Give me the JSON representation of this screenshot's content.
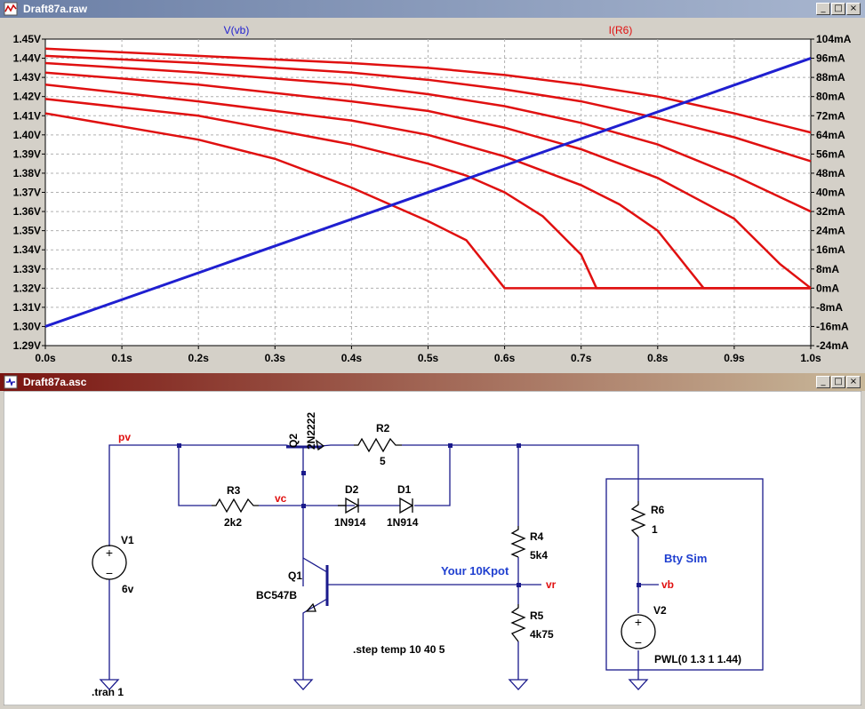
{
  "waveform_window": {
    "title": "Draft87a.raw",
    "buttons": {
      "minimize": "_",
      "maximize": "□",
      "close": "×"
    }
  },
  "schematic_window": {
    "title": "Draft87a.asc",
    "buttons": {
      "minimize": "_",
      "maximize": "□",
      "close": "×"
    }
  },
  "chart_data": {
    "type": "line",
    "trace_labels": [
      "V(vb)",
      "I(R6)"
    ],
    "x_ticks": [
      "0.0s",
      "0.1s",
      "0.2s",
      "0.3s",
      "0.4s",
      "0.5s",
      "0.6s",
      "0.7s",
      "0.8s",
      "0.9s",
      "1.0s"
    ],
    "left_ticks": [
      "1.45V",
      "1.44V",
      "1.43V",
      "1.42V",
      "1.41V",
      "1.40V",
      "1.39V",
      "1.38V",
      "1.37V",
      "1.36V",
      "1.35V",
      "1.34V",
      "1.33V",
      "1.32V",
      "1.31V",
      "1.30V",
      "1.29V"
    ],
    "right_ticks": [
      "104mA",
      "96mA",
      "88mA",
      "80mA",
      "72mA",
      "64mA",
      "56mA",
      "48mA",
      "40mA",
      "32mA",
      "24mA",
      "16mA",
      "8mA",
      "0mA",
      "-8mA",
      "-16mA",
      "-24mA"
    ],
    "xlim": [
      0,
      1.0
    ],
    "ylim_left": [
      1.29,
      1.45
    ],
    "ylim_right": [
      -24,
      104
    ],
    "grid": true,
    "colors": {
      "voltage": "#1f1fd0",
      "current": "#e01010",
      "grid": "#b0b0b0"
    },
    "voltage_series": {
      "name": "V(vb)",
      "x": [
        0,
        1.0
      ],
      "y": [
        1.3,
        1.44
      ]
    },
    "current_series": [
      {
        "x": [
          0,
          0.2,
          0.3,
          0.35,
          0.4,
          0.45,
          0.5,
          0.55,
          0.58,
          0.6,
          1.0
        ],
        "y": [
          73,
          62,
          54,
          48,
          42,
          35,
          28,
          20,
          8,
          0,
          0
        ]
      },
      {
        "x": [
          0,
          0.2,
          0.4,
          0.5,
          0.55,
          0.6,
          0.65,
          0.7,
          0.72,
          1.0
        ],
        "y": [
          79,
          72,
          60,
          52,
          47,
          40,
          30,
          14,
          0,
          0
        ]
      },
      {
        "x": [
          0,
          0.2,
          0.4,
          0.5,
          0.6,
          0.7,
          0.75,
          0.8,
          0.84,
          0.86,
          1.0
        ],
        "y": [
          85,
          78,
          70,
          64,
          55,
          43,
          35,
          24,
          8,
          0,
          0
        ]
      },
      {
        "x": [
          0,
          0.2,
          0.4,
          0.5,
          0.6,
          0.7,
          0.8,
          0.9,
          0.96,
          1.0
        ],
        "y": [
          90,
          85,
          78,
          74,
          67,
          58,
          46,
          29,
          10,
          0
        ]
      },
      {
        "x": [
          0,
          0.2,
          0.4,
          0.5,
          0.6,
          0.7,
          0.8,
          0.9,
          1.0
        ],
        "y": [
          94,
          90,
          85,
          81,
          76,
          69,
          60,
          47,
          32
        ]
      },
      {
        "x": [
          0,
          0.2,
          0.4,
          0.5,
          0.6,
          0.7,
          0.8,
          0.9,
          1.0
        ],
        "y": [
          97,
          94,
          90,
          87,
          83,
          78,
          71,
          63,
          53
        ]
      },
      {
        "x": [
          0,
          0.2,
          0.4,
          0.5,
          0.6,
          0.7,
          0.8,
          0.9,
          1.0
        ],
        "y": [
          100,
          97,
          94,
          92,
          89,
          85,
          80,
          73,
          65
        ]
      }
    ]
  },
  "schematic": {
    "nets": {
      "pv": "pv",
      "vc": "vc",
      "vr": "vr",
      "vb": "vb"
    },
    "components": {
      "q2_name": "Q2",
      "q2_model": "2N2222",
      "r2_name": "R2",
      "r2_value": "5",
      "r3_name": "R3",
      "r3_value": "2k2",
      "d2_name": "D2",
      "d2_model": "1N914",
      "d1_name": "D1",
      "d1_model": "1N914",
      "v1_name": "V1",
      "v1_value": "6v",
      "q1_name": "Q1",
      "q1_model": "BC547B",
      "r4_name": "R4",
      "r4_value": "5k4",
      "r5_name": "R5",
      "r5_value": "4k75",
      "r6_name": "R6",
      "r6_value": "1",
      "v2_name": "V2",
      "v2_value": "PWL(0 1.3 1 1.44)"
    },
    "comments": {
      "pot": "Your 10Kpot",
      "box": "Bty Sim"
    },
    "directives": {
      "step": ".step temp 10 40 5",
      "tran": ".tran 1"
    },
    "colors": {
      "wire": "#1a1a8c",
      "text": "#000000",
      "net_label": "#e01010",
      "comment": "#1f3fd0"
    }
  }
}
